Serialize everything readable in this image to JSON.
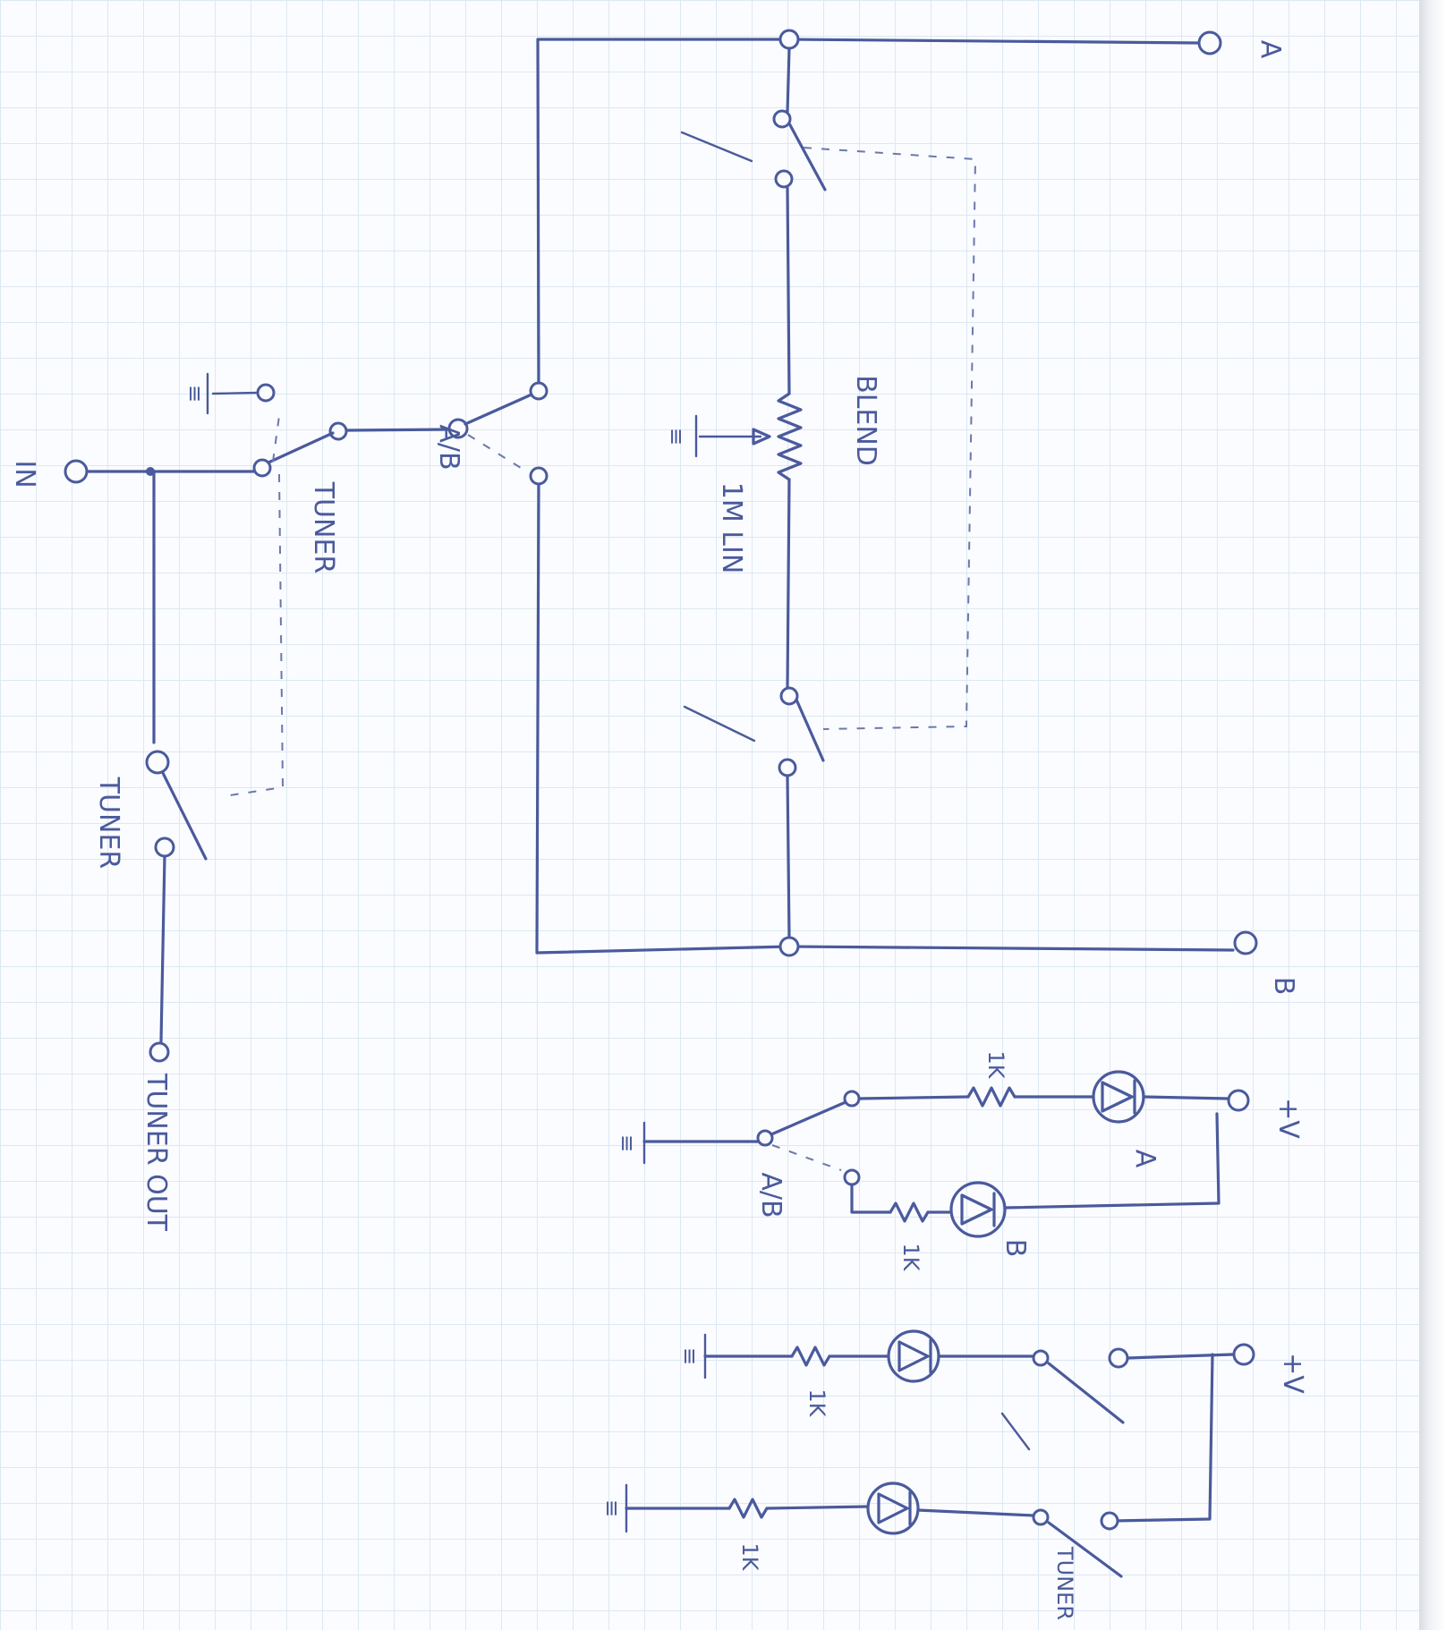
{
  "labels": {
    "in": "IN",
    "out_a": "A",
    "out_b": "B",
    "tuner_sw": "TUNER",
    "ab_sw": "A/B",
    "blend": "BLEND",
    "pot": "1M LIN",
    "tuner_footsw": "TUNER",
    "tuner_out": "TUNER OUT",
    "ab_led_sw": "A/B",
    "plus_v_1": "+V",
    "plus_v_2": "+V",
    "r_1k_a": "1K",
    "r_1k_b": "1K",
    "r_1k_c": "1K",
    "r_1k_d": "1K",
    "led_a": "A",
    "led_b": "B",
    "tuner_led_sw": "TUNER"
  },
  "colors": {
    "ink": "#4a5a9c",
    "grid": "#dde8f2",
    "paper": "#fbfcff"
  }
}
